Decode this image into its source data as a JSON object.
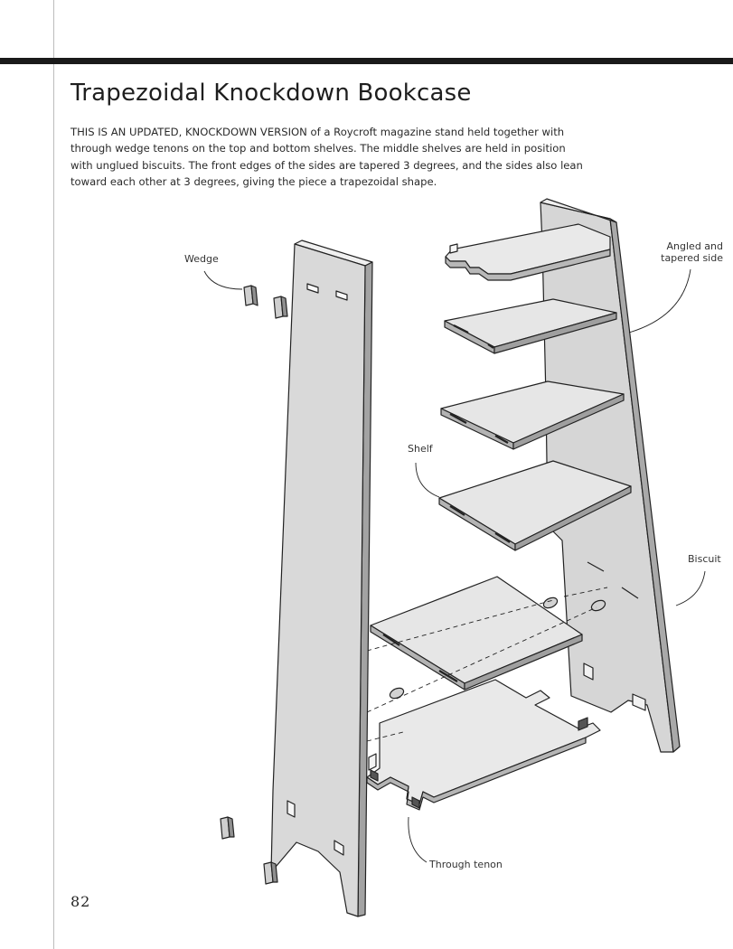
{
  "page": {
    "title": "Trapezoidal Knockdown Bookcase",
    "intro_lead": "THIS IS AN UPDATED, KNOCKDOWN VERSION",
    "intro_rest": " of a Roycroft magazine stand held together with through wedge tenons on the top and bottom shelves. The middle shelves are held in position with unglued biscuits. The front edges of the sides are tapered 3 degrees, and the sides also lean toward each other at 3 degrees, giving the piece a trapezoidal shape.",
    "page_number": "82"
  },
  "callouts": {
    "wedge": "Wedge",
    "angled_side_line1": "Angled and",
    "angled_side_line2": "tapered side",
    "shelf": "Shelf",
    "biscuit": "Biscuit",
    "through_tenon": "Through tenon"
  }
}
